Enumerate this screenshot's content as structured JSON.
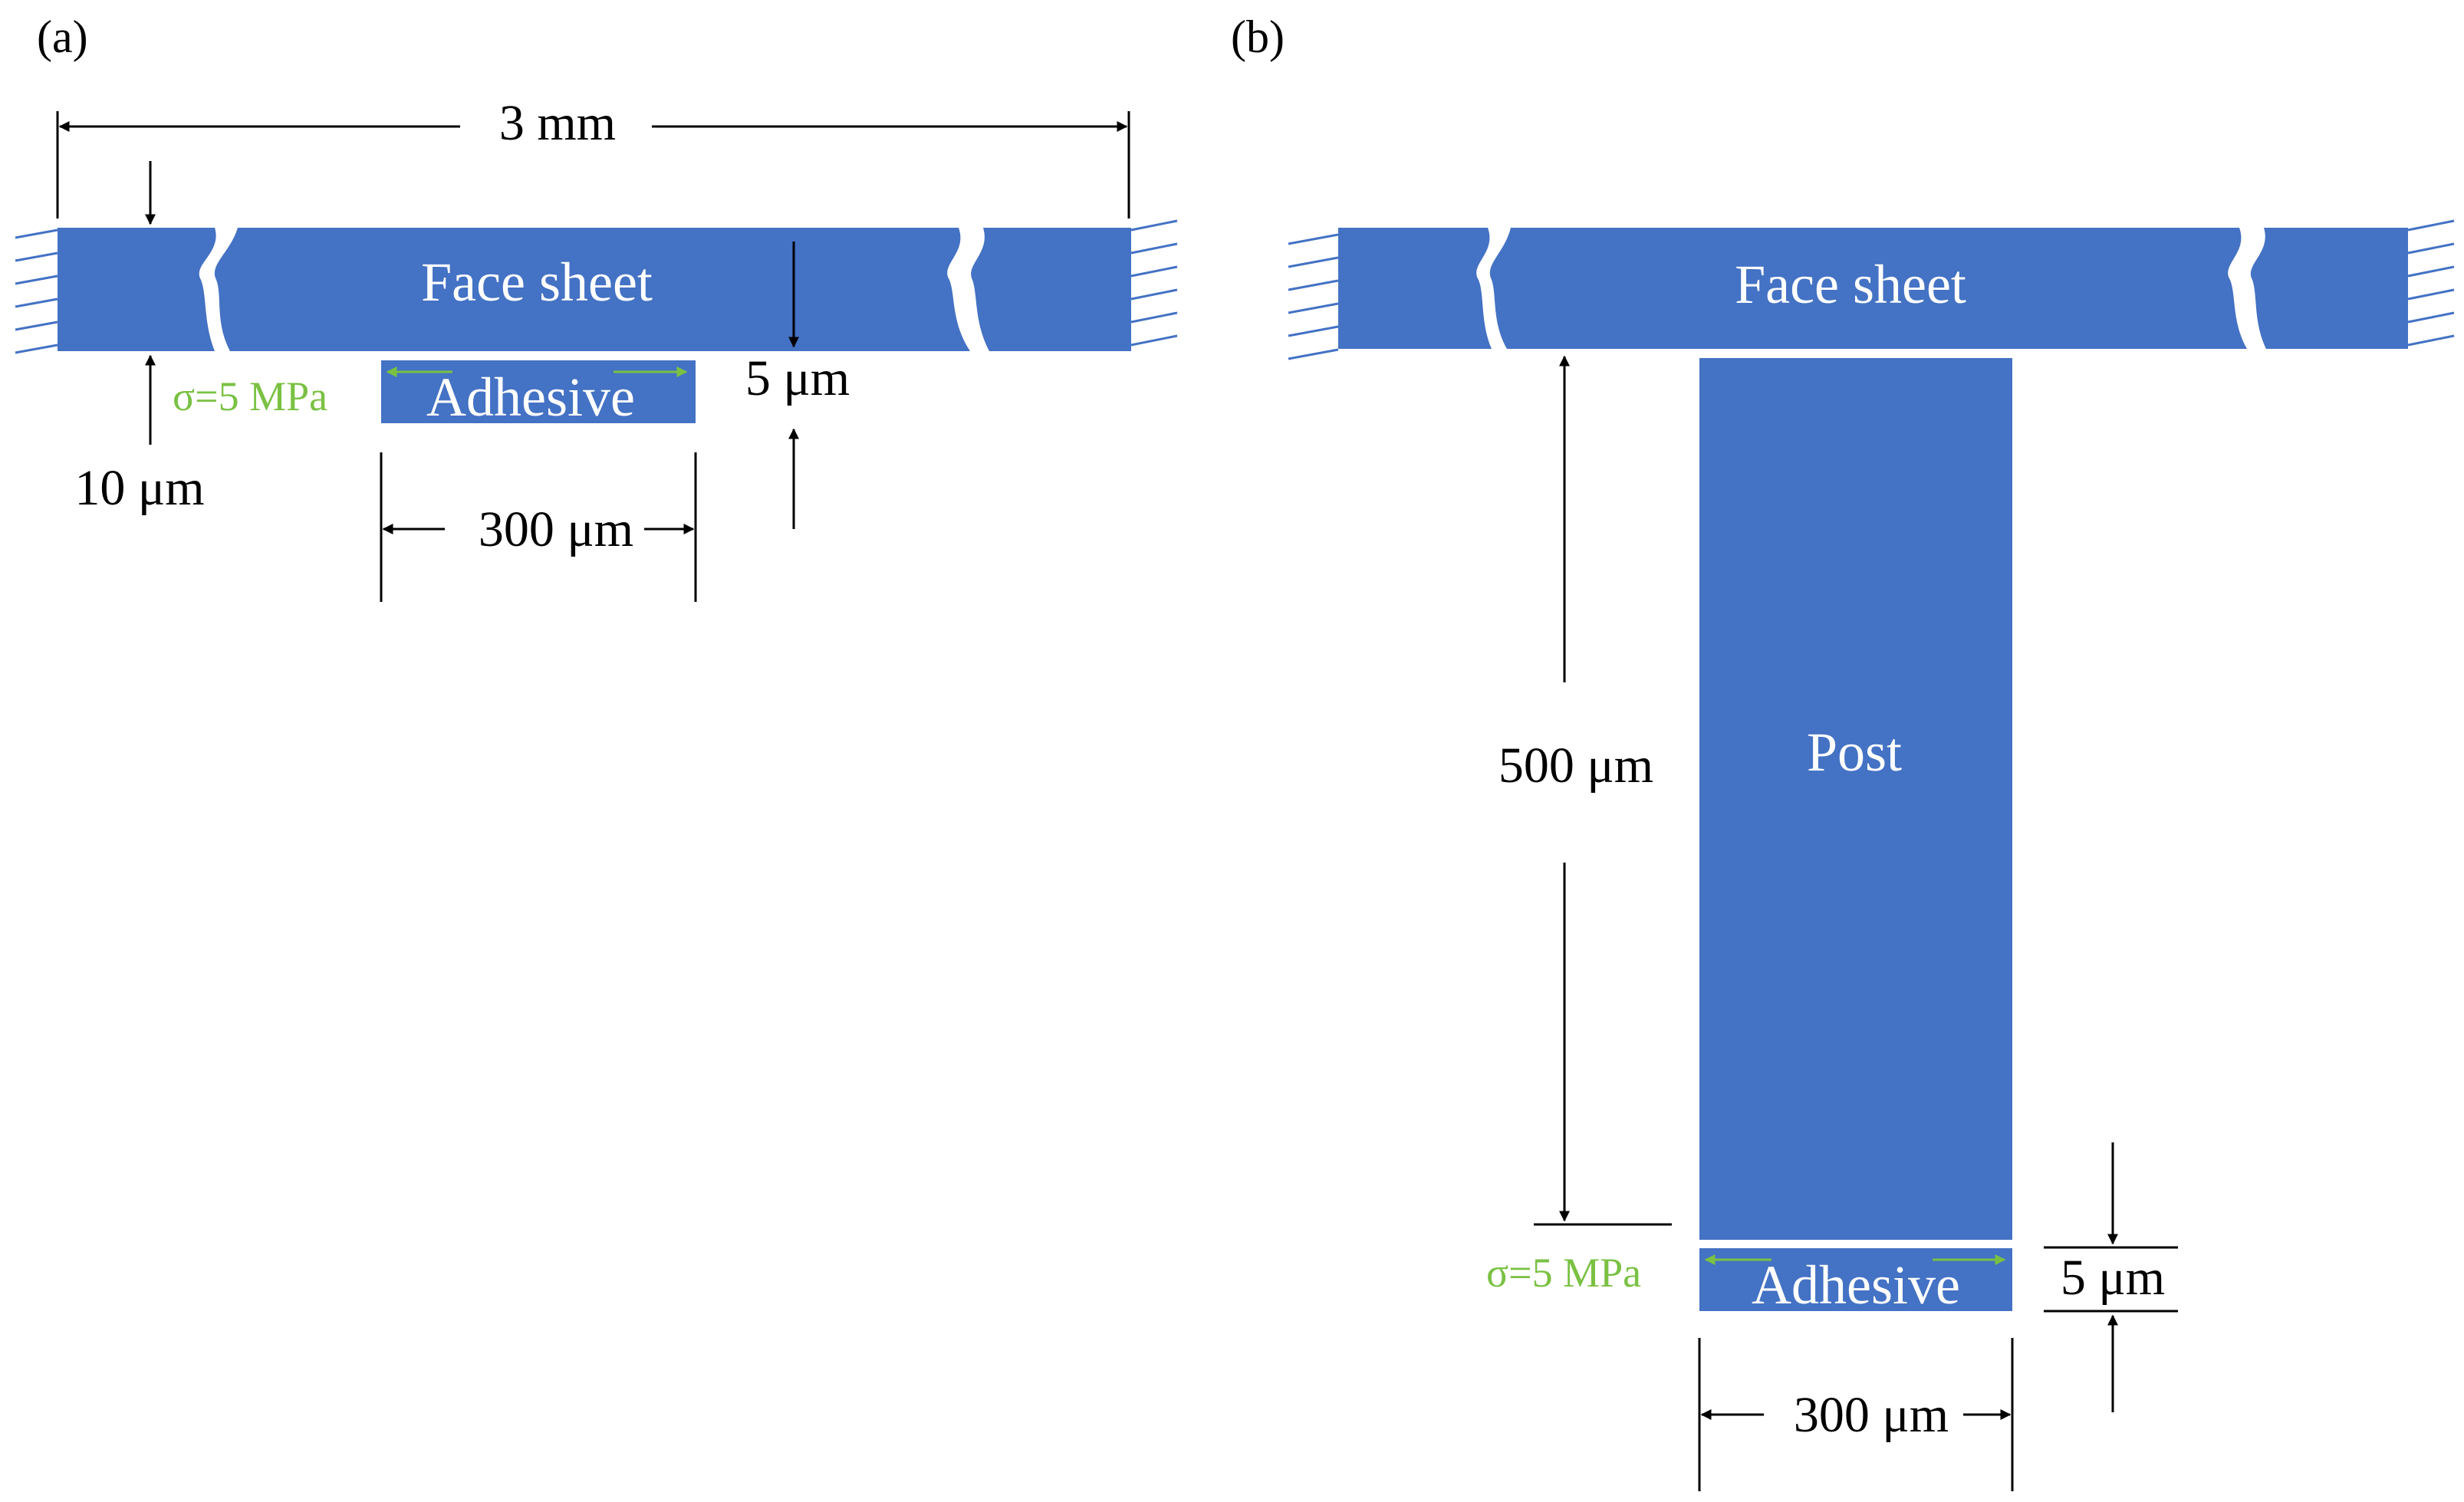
{
  "colors": {
    "material_fill": "#4472C4",
    "stress_arrow": "#7AC143",
    "dimension": "#000000",
    "hatch": "#4472C4"
  },
  "panel_a": {
    "label": "(a)",
    "face_sheet_label": "Face sheet",
    "adhesive_label": "Adhesive",
    "stress_label": "σ=5 MPa",
    "length_dim": "3 mm",
    "face_thickness_dim": "10 μm",
    "adhesive_thickness_dim": "5 μm",
    "adhesive_width_dim": "300 μm"
  },
  "panel_b": {
    "label": "(b)",
    "face_sheet_label": "Face sheet",
    "post_label": "Post",
    "adhesive_label": "Adhesive",
    "stress_label": "σ=5 MPa",
    "post_height_dim": "500 μm",
    "adhesive_thickness_dim": "5 μm",
    "adhesive_width_dim": "300 μm"
  }
}
